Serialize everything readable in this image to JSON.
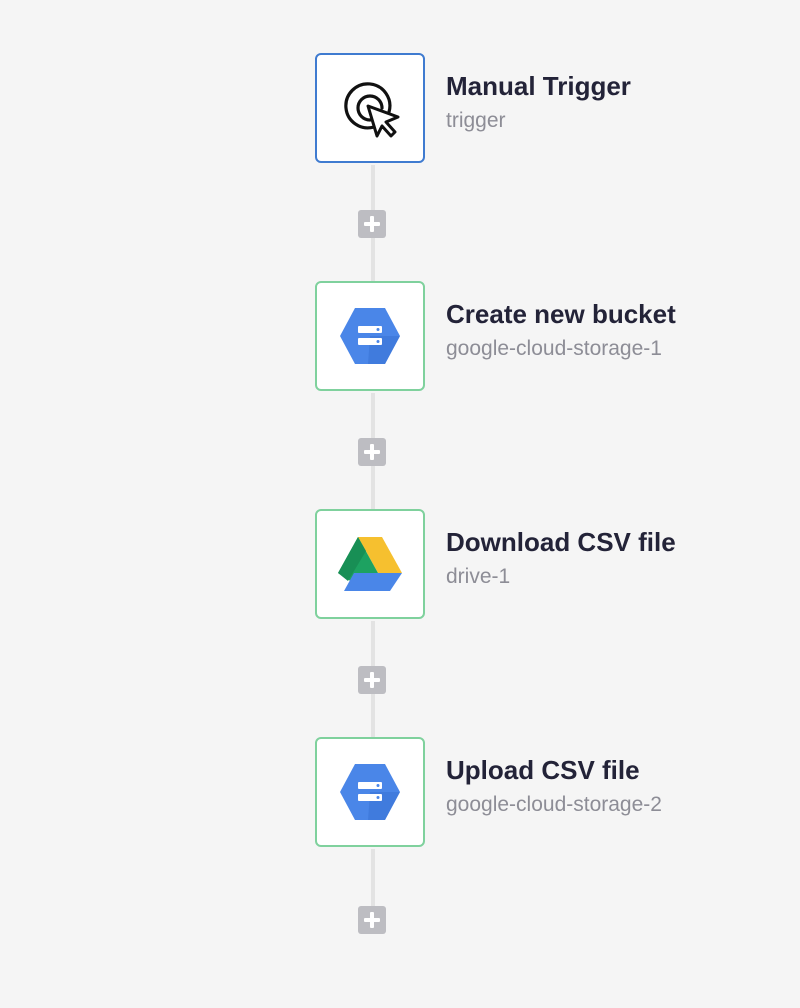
{
  "workflow": {
    "steps": [
      {
        "title": "Manual Trigger",
        "subtitle": "trigger",
        "kind": "trigger",
        "icon": "cursor-click-icon"
      },
      {
        "title": "Create new bucket",
        "subtitle": "google-cloud-storage-1",
        "kind": "action",
        "icon": "google-cloud-storage-icon"
      },
      {
        "title": "Download CSV file",
        "subtitle": "drive-1",
        "kind": "action",
        "icon": "google-drive-icon"
      },
      {
        "title": "Upload CSV file",
        "subtitle": "google-cloud-storage-2",
        "kind": "action",
        "icon": "google-cloud-storage-icon"
      }
    ]
  },
  "colors": {
    "background": "#f5f5f5",
    "trigger_border": "#3f7bd0",
    "action_border": "#7fd19d",
    "connector": "#e3e3e3",
    "add_button": "#bdbdc2",
    "title_text": "#232338",
    "subtitle_text": "#8d8d96",
    "gcs_blue": "#4a86e8",
    "drive_green": "#1da261",
    "drive_yellow": "#f6c02f",
    "drive_blue": "#4a86e8"
  }
}
